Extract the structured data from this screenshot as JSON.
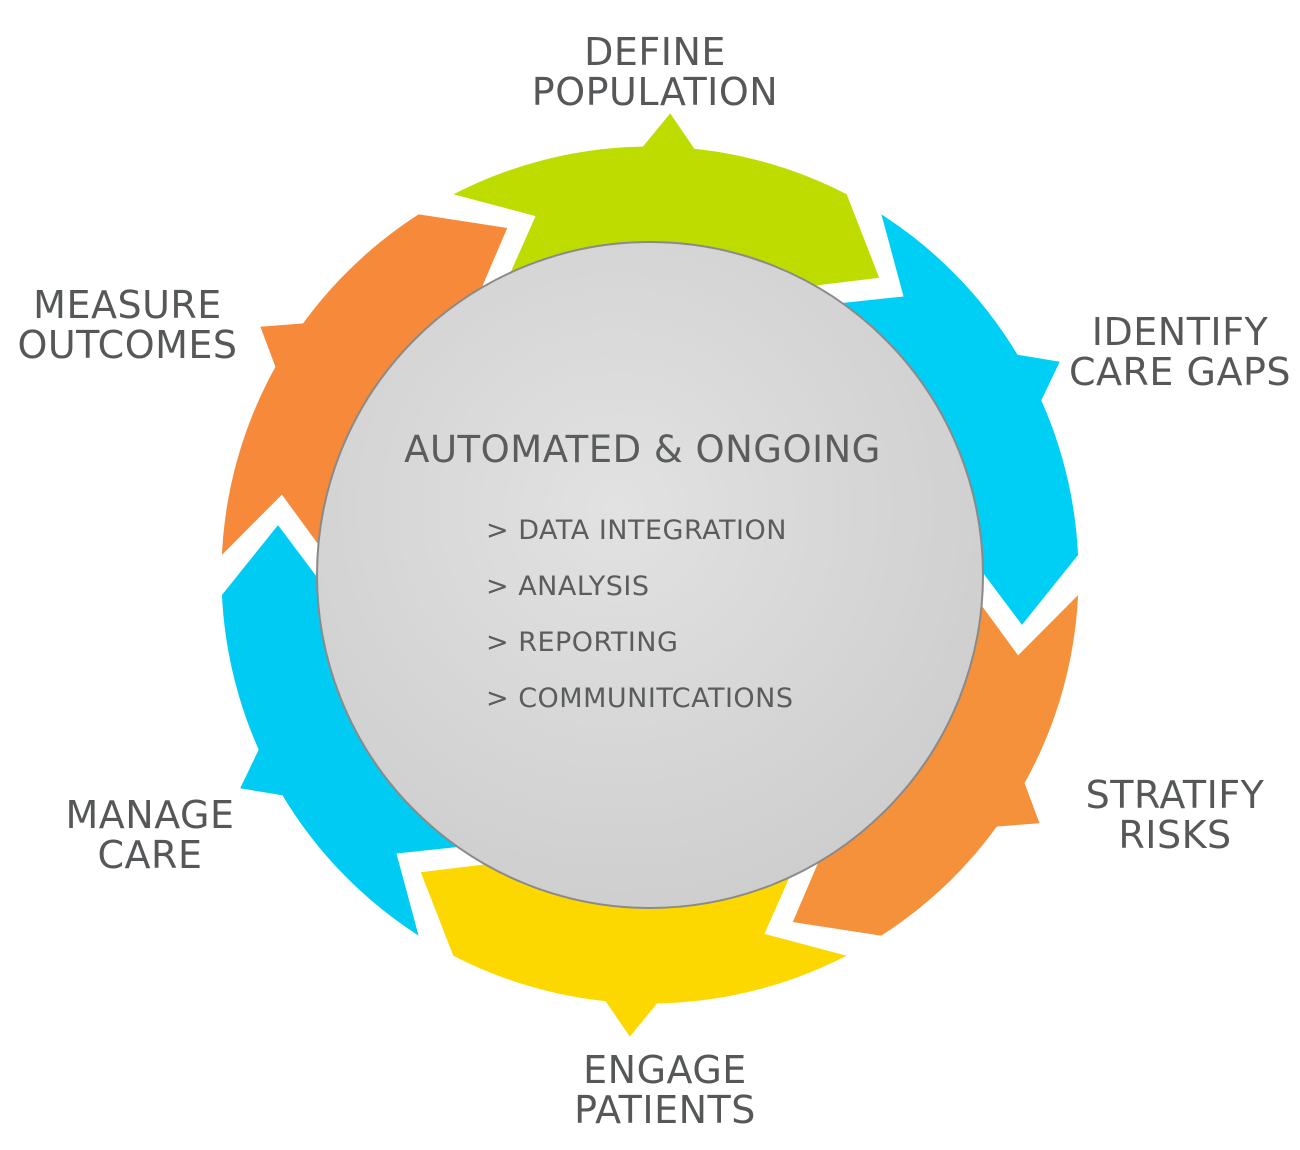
{
  "stages": {
    "define": {
      "lines": [
        "DEFINE",
        "POPULATION"
      ],
      "color": "#bedc00"
    },
    "identify": {
      "lines": [
        "IDENTIFY",
        "CARE GAPS"
      ],
      "color": "#00cff5"
    },
    "stratify": {
      "lines": [
        "STRATIFY",
        "RISKS"
      ],
      "color": "#f6913b"
    },
    "engage": {
      "lines": [
        "ENGAGE",
        "PATIENTS"
      ],
      "color": "#fcd800"
    },
    "manage": {
      "lines": [
        "MANAGE",
        "CARE"
      ],
      "color": "#00cbf3"
    },
    "measure": {
      "lines": [
        "MEASURE",
        "OUTCOMES"
      ],
      "color": "#f6893a"
    }
  },
  "center": {
    "title": "AUTOMATED & ONGOING",
    "items": [
      "> DATA INTEGRATION",
      "> ANALYSIS",
      "> REPORTING",
      "> COMMUNITCATIONS"
    ],
    "color": "#d9d9d9"
  }
}
